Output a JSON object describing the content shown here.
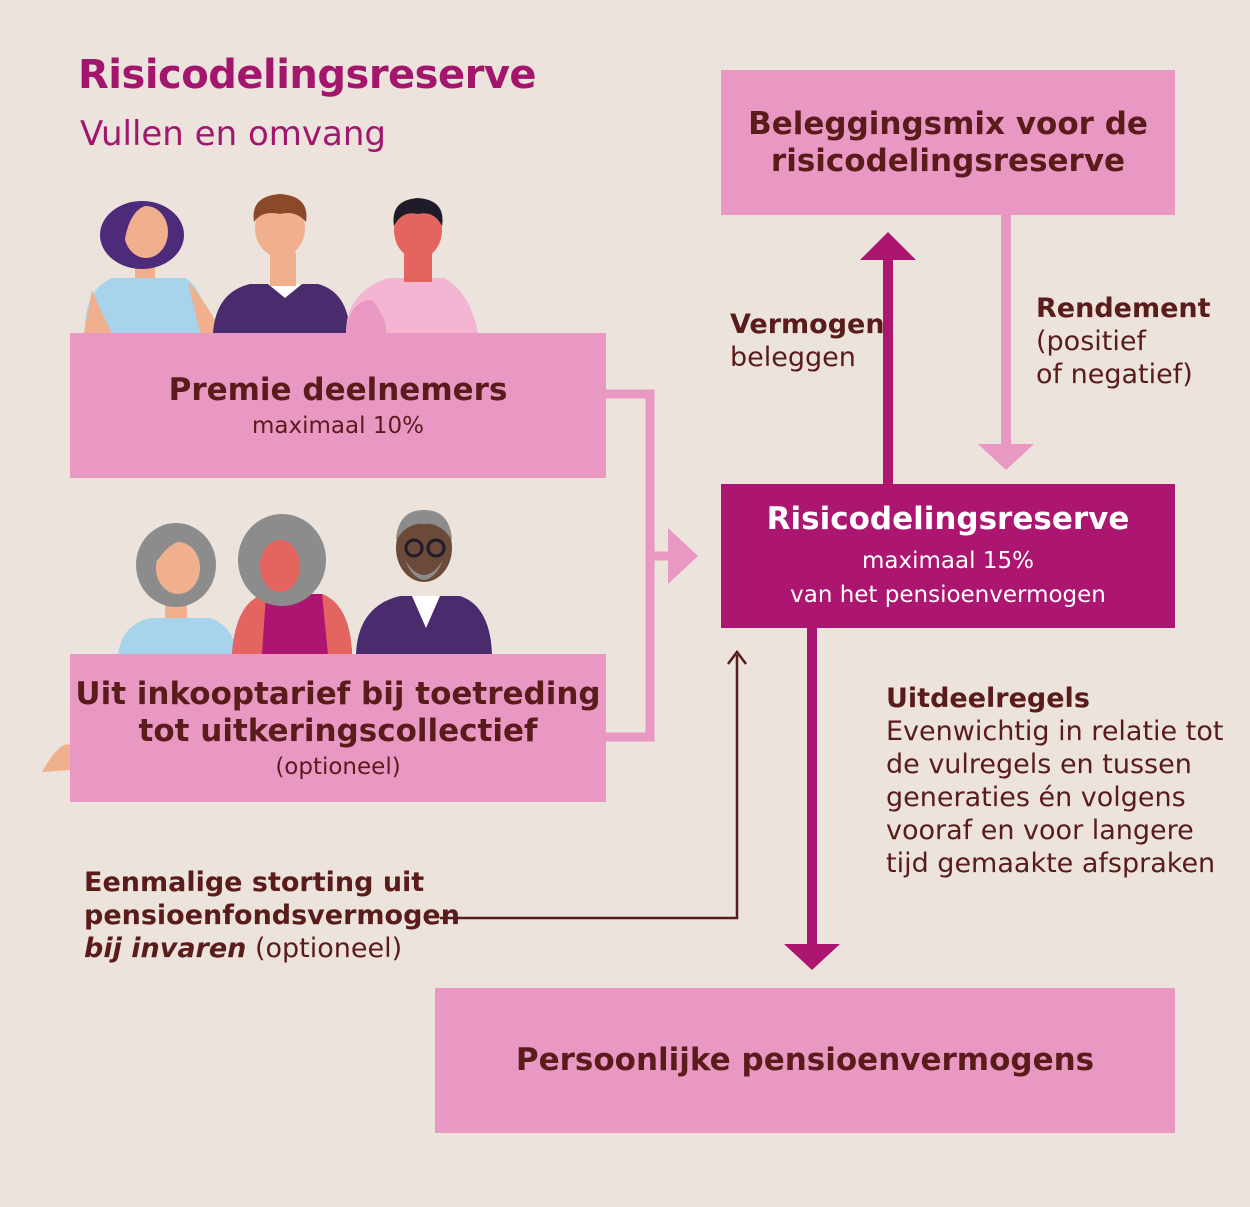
{
  "title": "Risicodelingsreserve",
  "subtitle": "Vullen en omvang",
  "boxes": {
    "premie": {
      "title": "Premie deelnemers",
      "sub": "maximaal 10%"
    },
    "inkoop": {
      "title_line1": "Uit inkooptarief bij toetreding",
      "title_line2": "tot uitkeringscollectief",
      "sub": "(optioneel)"
    },
    "mix": {
      "title_line1": "Beleggingsmix voor de",
      "title_line2": "risicodelingsreserve"
    },
    "reserve": {
      "title": "Risicodelingsreserve",
      "sub_line1": "maximaal 15%",
      "sub_line2": "van het pensioenvermogen"
    },
    "persoonlijk": {
      "title": "Persoonlijke pensioenvermogens"
    }
  },
  "labels": {
    "vermogen": {
      "bold": "Vermogen",
      "rest": "beleggen"
    },
    "rendement": {
      "bold": "Rendement",
      "line2": "(positief",
      "line3": "of negatief)"
    },
    "uitdeel": {
      "bold": "Uitdeelregels",
      "lines": [
        "Evenwichtig in relatie tot",
        "de vulregels en tussen",
        "generaties én volgens",
        "vooraf en voor langere",
        "tijd gemaakte afspraken"
      ]
    },
    "storting": {
      "line1": "Eenmalige storting uit",
      "line2": "pensioenfondsvermogen",
      "italic": "bij invaren",
      "rest": " (optioneel)"
    }
  },
  "colors": {
    "background": "#ebe3dc",
    "pink_box": "#e898c2",
    "magenta": "#ac1570",
    "dark_text": "#5a1b1b",
    "title": "#a3166e"
  }
}
